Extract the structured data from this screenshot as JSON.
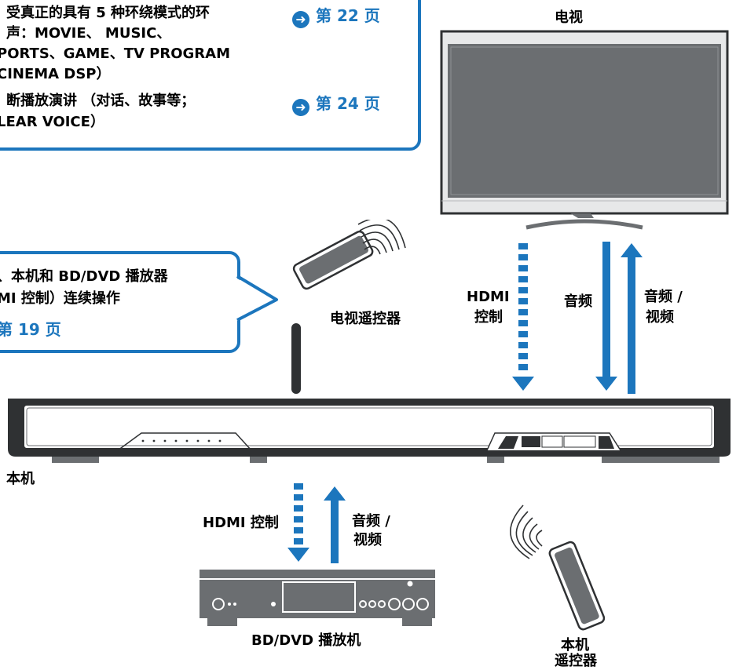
{
  "callout_top": {
    "line1": "受真正的具有 5 种环绕模式的环",
    "line2": "声：MOVIE、 MUSIC、",
    "line3": "PORTS、GAME、TV PROGRAM",
    "line4": "CINEMA DSP）",
    "line5": "断播放演讲 （对话、故事等；",
    "line6": "LEAR VOICE）",
    "ref1": "第 22 页",
    "ref2": "第 24 页"
  },
  "callout_mid": {
    "line1": "、本机和 BD/DVD 播放器",
    "line2": "MI 控制）连续操作",
    "ref": "第 19 页"
  },
  "labels": {
    "tv": "电视",
    "tv_remote": "电视遥控器",
    "hdmi_control_tv_1": "HDMI",
    "hdmi_control_tv_2": "控制",
    "audio": "音频",
    "audio_video_tv_1": "音频 /",
    "audio_video_tv_2": "视频",
    "unit": "本机",
    "hdmi_control_bd": "HDMI 控制",
    "audio_video_bd_1": "音频 /",
    "audio_video_bd_2": "视频",
    "bd_player": "BD/DVD 播放机",
    "unit_remote_1": "本机",
    "unit_remote_2": "遥控器"
  },
  "colors": {
    "accent": "#1c76bd",
    "device_gray": "#6b6e71",
    "device_dark": "#2f3133"
  }
}
